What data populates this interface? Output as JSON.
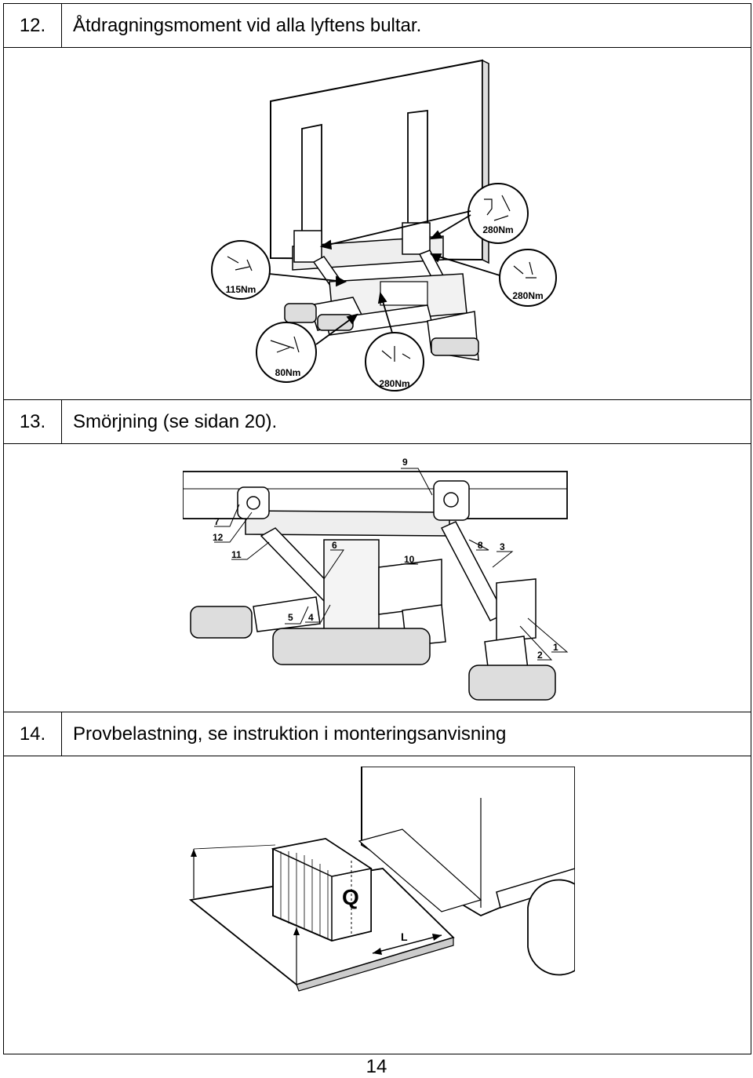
{
  "sections": [
    {
      "number": "12.",
      "title": "Åtdragningsmoment vid alla lyftens bultar."
    },
    {
      "number": "13.",
      "title": "Smörjning (se sidan 20)."
    },
    {
      "number": "14.",
      "title": "Provbelastning, se instruktion i monteringsanvisning"
    }
  ],
  "torque_labels": {
    "a": "280Nm",
    "b": "115Nm",
    "c": "280Nm",
    "d": "80Nm",
    "e": "280Nm"
  },
  "lubrication_points": [
    "9",
    "7",
    "12",
    "11",
    "6",
    "10",
    "8",
    "3",
    "5",
    "4",
    "2",
    "1"
  ],
  "load_labels": {
    "weight": "Q",
    "length": "L"
  },
  "page_number": "14"
}
